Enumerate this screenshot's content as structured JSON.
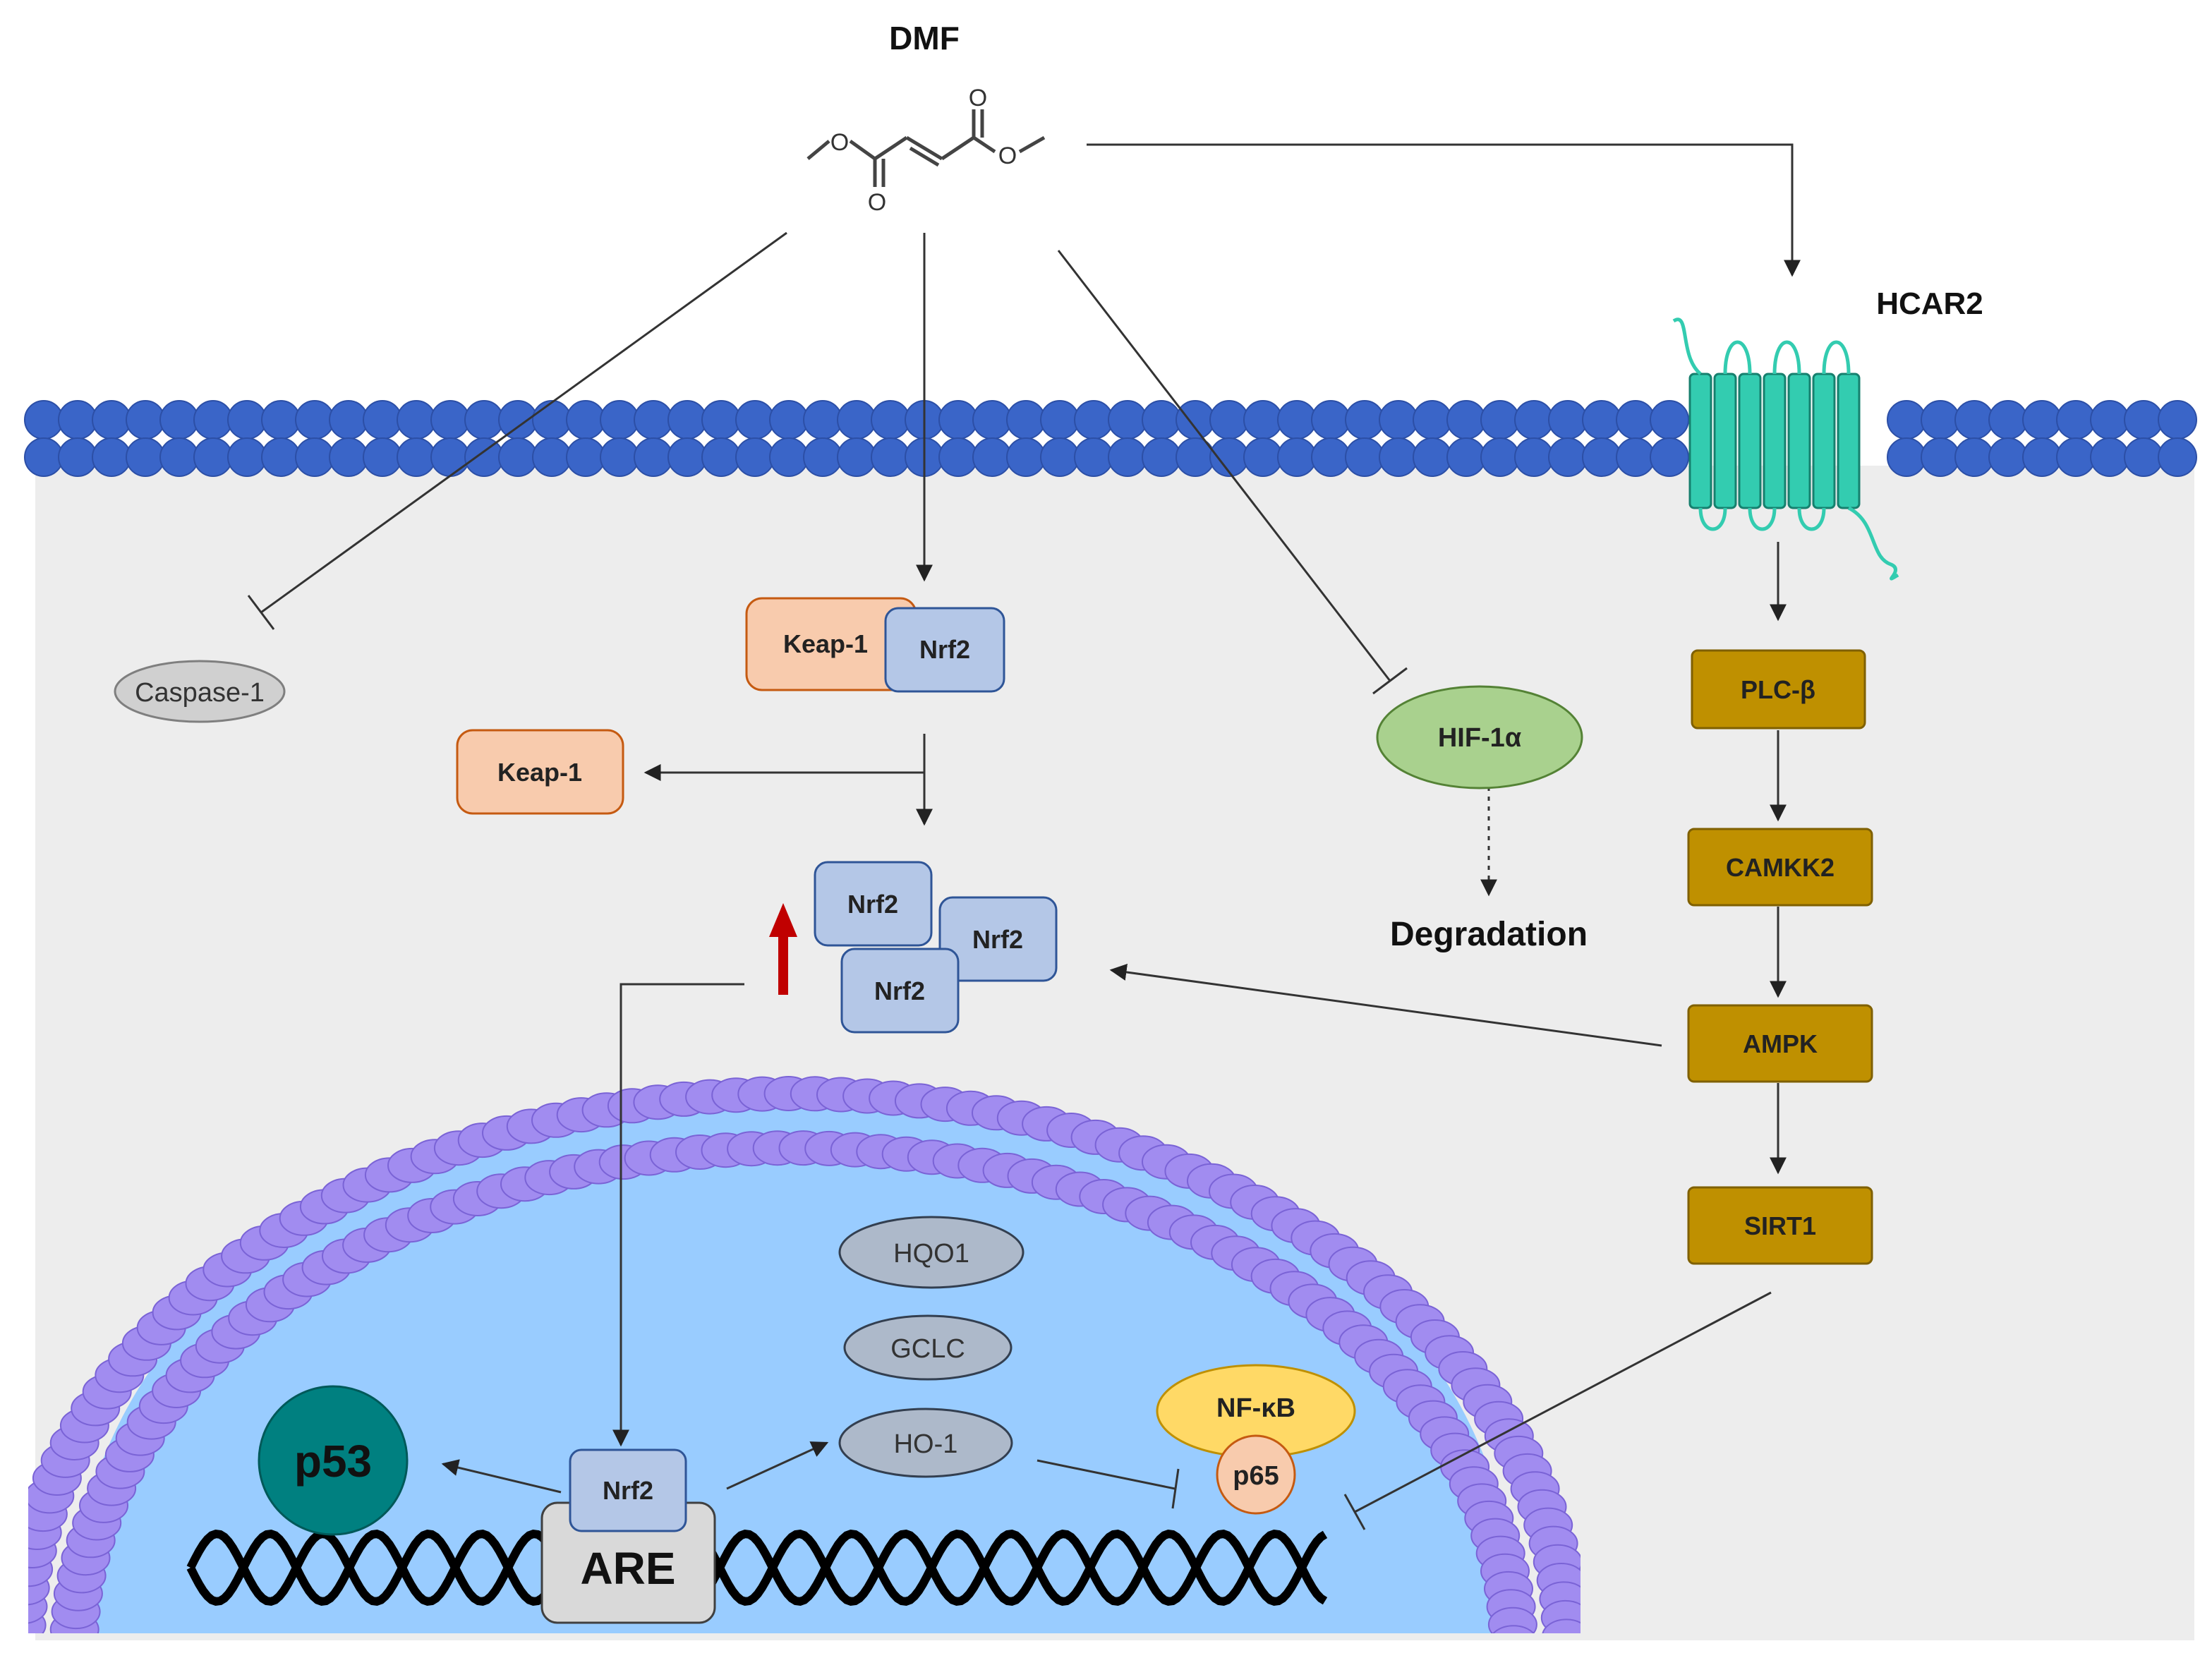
{
  "drug": {
    "title": "DMF",
    "atom_o": "O"
  },
  "receptor": {
    "label": "HCAR2"
  },
  "cytoplasm": {
    "caspase": "Caspase-1",
    "keap_complex": "Keap-1",
    "nrf2_complex": "Nrf2",
    "keap_free": "Keap-1",
    "nrf2_cluster": [
      "Nrf2",
      "Nrf2",
      "Nrf2"
    ],
    "hif": "HIF-1α",
    "degradation": "Degradation"
  },
  "pathway": {
    "steps": [
      "PLC-β",
      "CAMKK2",
      "AMPK",
      "SIRT1"
    ]
  },
  "nucleus": {
    "genes": [
      "HQO1",
      "GCLC",
      "HO-1"
    ],
    "nfkb": "NF-κB",
    "p65": "p65",
    "p53": "p53",
    "nrf2": "Nrf2",
    "are": "ARE"
  },
  "colors": {
    "membrane": "#3a65c8",
    "membrane_stroke": "#2c4fa6",
    "cytoplasm": "#ededed",
    "nucleus": "#99ccff",
    "nuclear_envelope": "#a18cf0",
    "keap": "#f8cbad",
    "nrf2": "#b4c7e7",
    "pathway": "#bf9000",
    "hif": "#a9d18e",
    "nfkb": "#ffd966",
    "p53": "#008080",
    "receptor": "#33ccb0",
    "upregulation_arrow": "#c00000"
  }
}
